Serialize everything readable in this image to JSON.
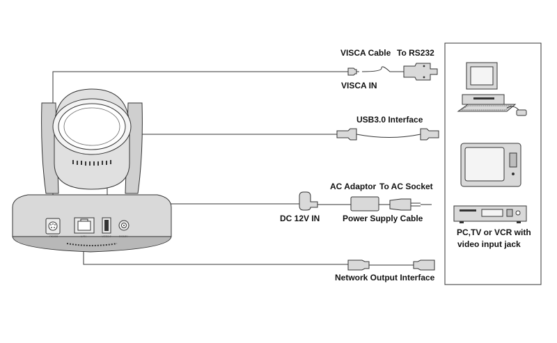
{
  "labels": {
    "visca_cable": "VISCA Cable",
    "to_rs232": "To RS232",
    "visca_in": "VISCA IN",
    "usb30_interface": "USB3.0 Interface",
    "ac_adaptor": "AC Adaptor",
    "to_ac_socket": "To AC Socket",
    "dc_12v_in": "DC 12V IN",
    "power_supply_cable": "Power Supply Cable",
    "network_output_interface": "Network Output Interface",
    "devices_line1": "PC,TV or VCR with",
    "devices_line2": "video input jack"
  },
  "ports": {
    "rs232": "RS232",
    "lan": "LAN",
    "usb": "USB3.0",
    "dc": "DC12V"
  },
  "colors": {
    "line": "#333333",
    "device_fill": "#d9d9d9",
    "device_dark": "#bdbdbd",
    "screen": "#eeeeee"
  }
}
